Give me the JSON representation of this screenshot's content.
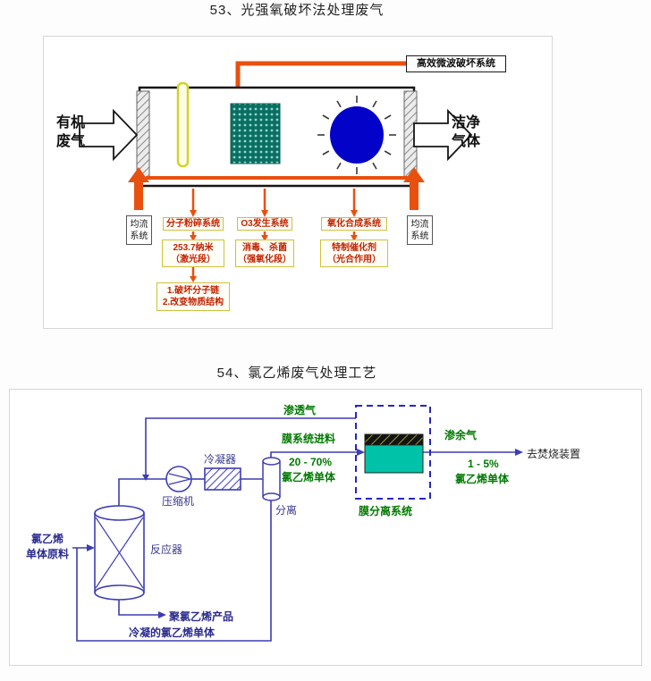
{
  "titles": {
    "diagram1": "53、光强氧破坏法处理废气",
    "diagram2": "54、氯乙烯废气处理工艺"
  },
  "diagram1": {
    "microwave_system": "高效微波破坏系统",
    "inlet": "有机\n废气",
    "outlet": "洁净\n气体",
    "flow_left": "均流\n系统",
    "flow_right": "均流\n系统",
    "stage1": {
      "system": "分子粉碎系统",
      "detail": "253.7纳米\n（激光段）",
      "note": "1.破坏分子链\n2.改变物质结构"
    },
    "stage2": {
      "system": "O3发生系统",
      "detail": "消毒、杀菌\n（强氧化段）"
    },
    "stage3": {
      "system": "氧化合成系统",
      "detail": "特制催化剂\n（光合作用）"
    }
  },
  "diagram2": {
    "raw_material": "氯乙烯\n单体原料",
    "reactor": "反应器",
    "compressor": "压缩机",
    "condenser": "冷凝器",
    "separator": "分离",
    "permeate": "渗透气",
    "membrane_feed": "膜系统进料",
    "feed_concentration": "20 - 70%",
    "feed_component": "氯乙烯单体",
    "membrane_system": "膜分离系统",
    "retentate": "渗余气",
    "retentate_concentration": "1 - 5%",
    "retentate_component": "氯乙烯单体",
    "incineration": "去焚烧装置",
    "pvc_product": "聚氯乙烯产品",
    "condensed_monomer": "冷凝的氯乙烯单体"
  },
  "colors": {
    "orange_duct": "#e8500f",
    "yellow_box_border": "#cfc03a",
    "red_annotation_text": "#c32200",
    "fan_blue": "#0202c8",
    "mesh_teal": "#0b6e62",
    "line_purple": "#3c3cb4",
    "stream_green": "#007a00",
    "membrane_teal": "#00c2a8"
  }
}
